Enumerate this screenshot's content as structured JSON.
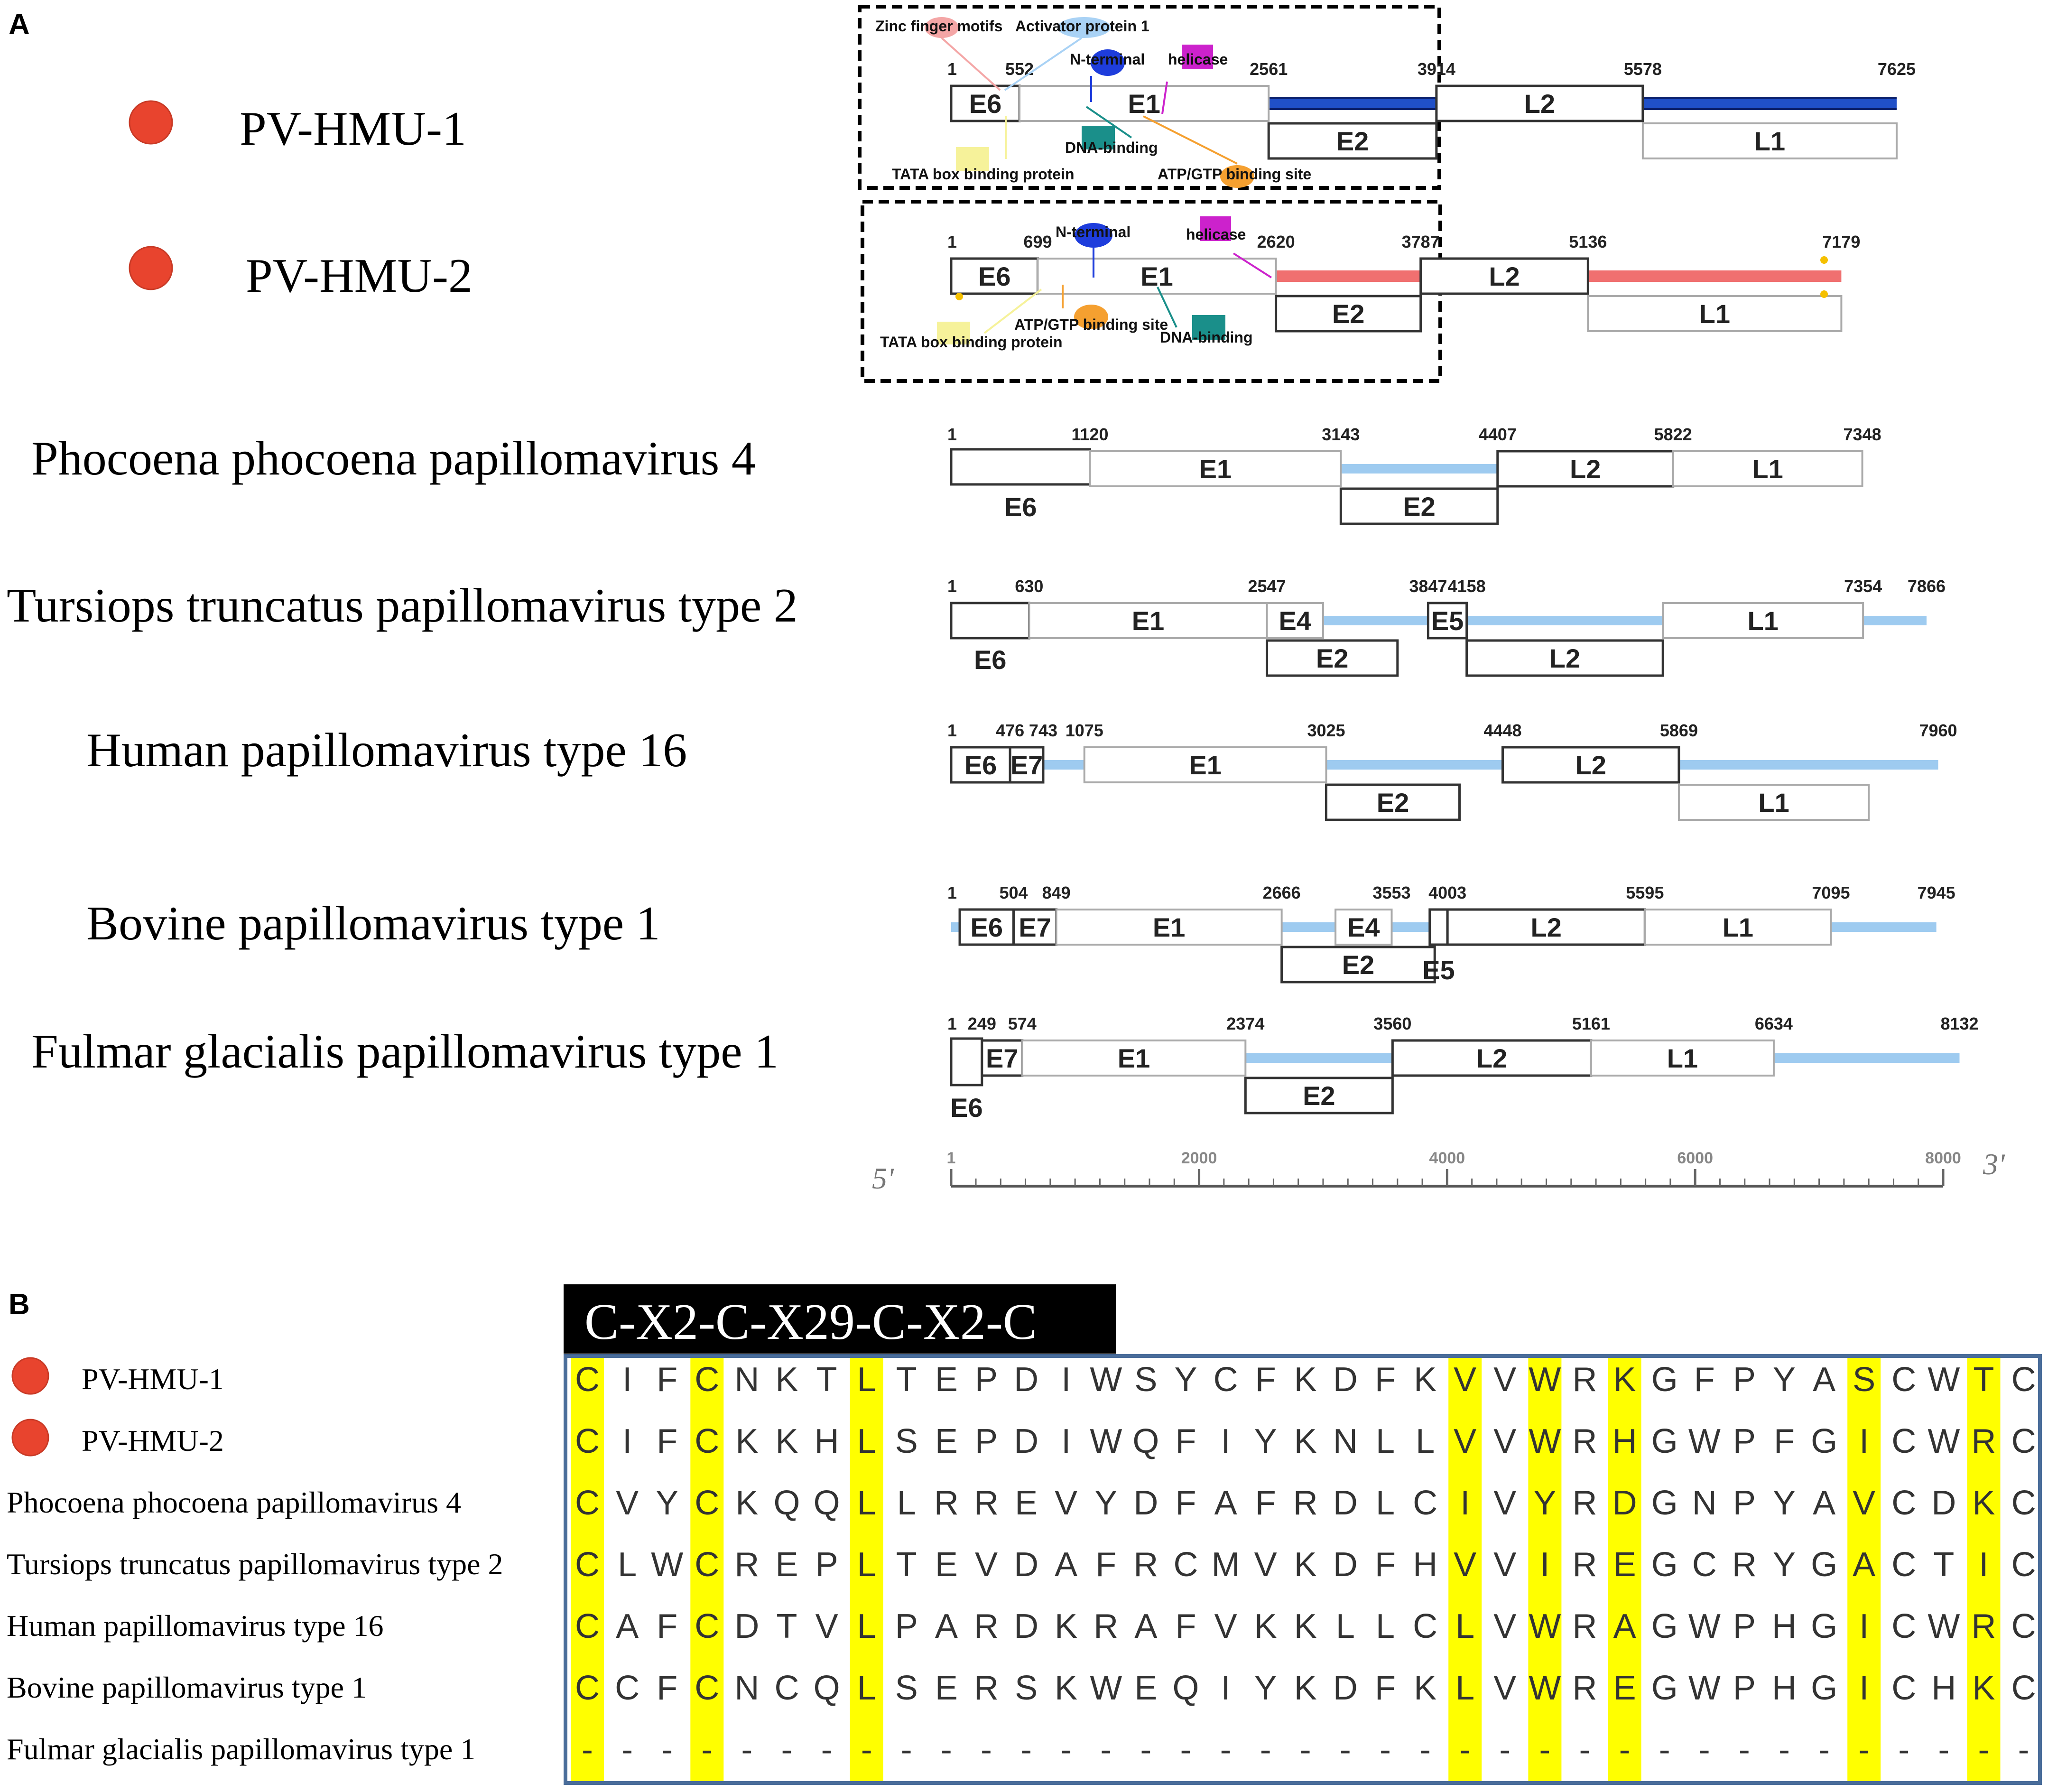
{
  "panel_a": {
    "label": "A",
    "scale": {
      "left_end": "5'",
      "right_end": "3'",
      "ticks": [
        "1",
        "2000",
        "4000",
        "6000",
        "8000"
      ],
      "tick_values": [
        1,
        2000,
        4000,
        6000,
        8000
      ]
    },
    "colors": {
      "blue_line": "#2050c8",
      "red_line": "#f07070",
      "light_line": "#9ecbf0",
      "box_dark": "#333333",
      "box_light": "#aaaaaa"
    },
    "tracks": [
      {
        "id": "pv-hmu-1",
        "name": "PV-HMU-1",
        "has_dot": true,
        "dot_color": "#e8442e",
        "line": "blue_line",
        "positions": [
          "1",
          "552",
          "2561",
          "3914",
          "5578",
          "7625"
        ],
        "genes": [
          {
            "label": "E6",
            "start": 1,
            "end": 552,
            "row": "top",
            "style": "dark"
          },
          {
            "label": "E1",
            "start": 552,
            "end": 2561,
            "row": "top",
            "style": "light"
          },
          {
            "label": "E2",
            "start": 2561,
            "end": 3914,
            "row": "bottom",
            "style": "dark"
          },
          {
            "label": "L2",
            "start": 3914,
            "end": 5578,
            "row": "top",
            "style": "dark"
          },
          {
            "label": "L1",
            "start": 5578,
            "end": 7625,
            "row": "bottom",
            "style": "light"
          }
        ],
        "motifs": [
          {
            "label": "Zinc finger motifs",
            "color": "#f4a6a6",
            "shape": "ellipse"
          },
          {
            "label": "Activator protein 1",
            "color": "#a9d2f5",
            "shape": "ellipse"
          },
          {
            "label": "N-terminal",
            "color": "#1e3ddc",
            "shape": "ellipse"
          },
          {
            "label": "helicase",
            "color": "#cc22cc",
            "shape": "rect"
          },
          {
            "label": "DNA-binding",
            "color": "#1a8f8a",
            "shape": "rect"
          },
          {
            "label": "TATA box binding protein",
            "color": "#f6f29a",
            "shape": "rect"
          },
          {
            "label": "ATP/GTP binding site",
            "color": "#f5a030",
            "shape": "ellipse"
          }
        ]
      },
      {
        "id": "pv-hmu-2",
        "name": "PV-HMU-2",
        "has_dot": true,
        "dot_color": "#e8442e",
        "line": "red_line",
        "positions": [
          "1",
          "699",
          "2620",
          "3787",
          "5136",
          "7179"
        ],
        "genes": [
          {
            "label": "E6",
            "start": 1,
            "end": 699,
            "row": "top",
            "style": "dark"
          },
          {
            "label": "E1",
            "start": 699,
            "end": 2620,
            "row": "top",
            "style": "light"
          },
          {
            "label": "E2",
            "start": 2620,
            "end": 3787,
            "row": "bottom",
            "style": "dark"
          },
          {
            "label": "L2",
            "start": 3787,
            "end": 5136,
            "row": "top",
            "style": "dark"
          },
          {
            "label": "L1",
            "start": 5136,
            "end": 7179,
            "row": "bottom",
            "style": "light"
          }
        ],
        "motifs": [
          {
            "label": "N-terminal",
            "color": "#1e3ddc",
            "shape": "ellipse"
          },
          {
            "label": "helicase",
            "color": "#cc22cc",
            "shape": "rect"
          },
          {
            "label": "ATP/GTP binding site",
            "color": "#f5a030",
            "shape": "ellipse"
          },
          {
            "label": "DNA-binding",
            "color": "#1a8f8a",
            "shape": "rect"
          },
          {
            "label": "TATA box binding protein",
            "color": "#f6f29a",
            "shape": "rect"
          }
        ]
      },
      {
        "id": "ppav4",
        "name": "Phocoena phocoena papillomavirus 4",
        "has_dot": false,
        "line": "light_line",
        "positions": [
          "1",
          "1120",
          "3143",
          "4407",
          "5822",
          "7348"
        ],
        "genes": [
          {
            "label": "E6",
            "start": 1,
            "end": 1120,
            "row": "mid-below",
            "style": "dark"
          },
          {
            "label": "E1",
            "start": 1120,
            "end": 3143,
            "row": "top",
            "style": "light"
          },
          {
            "label": "E2",
            "start": 3143,
            "end": 4407,
            "row": "bottom",
            "style": "dark"
          },
          {
            "label": "L2",
            "start": 4407,
            "end": 5822,
            "row": "top",
            "style": "dark"
          },
          {
            "label": "L1",
            "start": 5822,
            "end": 7348,
            "row": "top",
            "style": "light"
          }
        ]
      },
      {
        "id": "ttpv2",
        "name": "Tursiops truncatus papillomavirus type 2",
        "has_dot": false,
        "line": "light_line",
        "positions": [
          "1",
          "630",
          "2547",
          "3847",
          "4158",
          "7354",
          "7866"
        ],
        "genes": [
          {
            "label": "E6",
            "start": 1,
            "end": 630,
            "row": "top-below",
            "style": "dark"
          },
          {
            "label": "E1",
            "start": 630,
            "end": 2547,
            "row": "top",
            "style": "light"
          },
          {
            "label": "E2",
            "start": 2547,
            "end": 3600,
            "row": "bottom",
            "style": "dark"
          },
          {
            "label": "E4",
            "start": 2547,
            "end": 3000,
            "row": "top",
            "style": "light"
          },
          {
            "label": "E5",
            "start": 3847,
            "end": 4158,
            "row": "top",
            "style": "dark"
          },
          {
            "label": "L2",
            "start": 4158,
            "end": 5740,
            "row": "bottom",
            "style": "dark"
          },
          {
            "label": "L1",
            "start": 5740,
            "end": 7354,
            "row": "top",
            "style": "light"
          }
        ]
      },
      {
        "id": "hpv16",
        "name": "Human papillomavirus type 16",
        "has_dot": false,
        "line": "light_line",
        "positions": [
          "1",
          "476",
          "743",
          "1075",
          "3025",
          "4448",
          "5869",
          "7960"
        ],
        "genes": [
          {
            "label": "E6",
            "start": 1,
            "end": 476,
            "row": "top",
            "style": "dark"
          },
          {
            "label": "E7",
            "start": 476,
            "end": 743,
            "row": "top",
            "style": "dark"
          },
          {
            "label": "E1",
            "start": 1075,
            "end": 3025,
            "row": "top",
            "style": "light"
          },
          {
            "label": "E2",
            "start": 3025,
            "end": 4100,
            "row": "bottom",
            "style": "dark"
          },
          {
            "label": "L2",
            "start": 4448,
            "end": 5869,
            "row": "top",
            "style": "dark"
          },
          {
            "label": "L1",
            "start": 5869,
            "end": 7400,
            "row": "bottom",
            "style": "light"
          }
        ]
      },
      {
        "id": "bpv1",
        "name": "Bovine papillomavirus type 1",
        "has_dot": false,
        "line": "light_line",
        "positions": [
          "1",
          "504",
          "849",
          "2666",
          "3553",
          "4003",
          "5595",
          "7095",
          "7945"
        ],
        "genes": [
          {
            "label": "E6",
            "start": 70,
            "end": 504,
            "row": "top",
            "style": "dark"
          },
          {
            "label": "E7",
            "start": 504,
            "end": 849,
            "row": "top",
            "style": "dark"
          },
          {
            "label": "E1",
            "start": 849,
            "end": 2666,
            "row": "top",
            "style": "light"
          },
          {
            "label": "E2",
            "start": 2666,
            "end": 3900,
            "row": "bottom",
            "style": "dark"
          },
          {
            "label": "E4",
            "start": 3100,
            "end": 3553,
            "row": "top",
            "style": "light"
          },
          {
            "label": "E5",
            "start": 3860,
            "end": 4003,
            "row": "top-e5",
            "style": "dark"
          },
          {
            "label": "L2",
            "start": 4003,
            "end": 5595,
            "row": "top",
            "style": "dark"
          },
          {
            "label": "L1",
            "start": 5595,
            "end": 7095,
            "row": "top",
            "style": "light"
          }
        ]
      },
      {
        "id": "fgpv1",
        "name": "Fulmar glacialis papillomavirus type 1",
        "has_dot": false,
        "line": "light_line",
        "positions": [
          "1",
          "249",
          "574",
          "2374",
          "3560",
          "5161",
          "6634",
          "8132"
        ],
        "genes": [
          {
            "label": "E6",
            "start": 1,
            "end": 249,
            "row": "tall-below",
            "style": "dark"
          },
          {
            "label": "E7",
            "start": 249,
            "end": 574,
            "row": "top",
            "style": "dark"
          },
          {
            "label": "E1",
            "start": 574,
            "end": 2374,
            "row": "top",
            "style": "light"
          },
          {
            "label": "E2",
            "start": 2374,
            "end": 3560,
            "row": "bottom",
            "style": "dark"
          },
          {
            "label": "L2",
            "start": 3560,
            "end": 5161,
            "row": "top",
            "style": "dark"
          },
          {
            "label": "L1",
            "start": 5161,
            "end": 6634,
            "row": "top",
            "style": "light"
          }
        ]
      }
    ]
  },
  "panel_b": {
    "label": "B",
    "motif_title": "C-X2-C-X29-C-X2-C",
    "highlight_color": "#ffff00",
    "highlight_columns": [
      0,
      3,
      7,
      22,
      24,
      26,
      32,
      35
    ],
    "rows": [
      {
        "name": "PV-HMU-1",
        "has_dot": true,
        "dot_color": "#e8442e",
        "residues": [
          "C",
          "I",
          "F",
          "C",
          "N",
          "K",
          "T",
          "L",
          "T",
          "E",
          "P",
          "D",
          "I",
          "W",
          "S",
          "Y",
          "C",
          "F",
          "K",
          "D",
          "F",
          "K",
          "V",
          "V",
          "W",
          "R",
          "K",
          "G",
          "F",
          "P",
          "Y",
          "A",
          "S",
          "C",
          "W",
          "T",
          "C"
        ]
      },
      {
        "name": "PV-HMU-2",
        "has_dot": true,
        "dot_color": "#e8442e",
        "residues": [
          "C",
          "I",
          "F",
          "C",
          "K",
          "K",
          "H",
          "L",
          "S",
          "E",
          "P",
          "D",
          "I",
          "W",
          "Q",
          "F",
          "I",
          "Y",
          "K",
          "N",
          "L",
          "L",
          "V",
          "V",
          "W",
          "R",
          "H",
          "G",
          "W",
          "P",
          "F",
          "G",
          "I",
          "C",
          "W",
          "R",
          "C"
        ]
      },
      {
        "name": "Phocoena phocoena papillomavirus 4",
        "has_dot": false,
        "residues": [
          "C",
          "V",
          "Y",
          "C",
          "K",
          "Q",
          "Q",
          "L",
          "L",
          "R",
          "R",
          "E",
          "V",
          "Y",
          "D",
          "F",
          "A",
          "F",
          "R",
          "D",
          "L",
          "C",
          "I",
          "V",
          "Y",
          "R",
          "D",
          "G",
          "N",
          "P",
          "Y",
          "A",
          "V",
          "C",
          "D",
          "K",
          "C"
        ]
      },
      {
        "name": "Tursiops truncatus papillomavirus type 2",
        "has_dot": false,
        "residues": [
          "C",
          "L",
          "W",
          "C",
          "R",
          "E",
          "P",
          "L",
          "T",
          "E",
          "V",
          "D",
          "A",
          "F",
          "R",
          "C",
          "M",
          "V",
          "K",
          "D",
          "F",
          "H",
          "V",
          "V",
          "I",
          "R",
          "E",
          "G",
          "C",
          "R",
          "Y",
          "G",
          "A",
          "C",
          "T",
          "I",
          "C"
        ]
      },
      {
        "name": "Human papillomavirus type 16",
        "has_dot": false,
        "residues": [
          "C",
          "A",
          "F",
          "C",
          "D",
          "T",
          "V",
          "L",
          "P",
          "A",
          "R",
          "D",
          "K",
          "R",
          "A",
          "F",
          "V",
          "K",
          "K",
          "L",
          "L",
          "C",
          "L",
          "V",
          "W",
          "R",
          "A",
          "G",
          "W",
          "P",
          "H",
          "G",
          "I",
          "C",
          "W",
          "R",
          "C"
        ]
      },
      {
        "name": "Bovine papillomavirus type 1",
        "has_dot": false,
        "residues": [
          "C",
          "C",
          "F",
          "C",
          "N",
          "C",
          "Q",
          "L",
          "S",
          "E",
          "R",
          "S",
          "K",
          "W",
          "E",
          "Q",
          "I",
          "Y",
          "K",
          "D",
          "F",
          "K",
          "L",
          "V",
          "W",
          "R",
          "E",
          "G",
          "W",
          "P",
          "H",
          "G",
          "I",
          "C",
          "H",
          "K",
          "C"
        ]
      },
      {
        "name": "Fulmar glacialis papillomavirus type 1",
        "has_dot": false,
        "residues": [
          "-",
          "-",
          "-",
          "-",
          "-",
          "-",
          "-",
          "-",
          "-",
          "-",
          "-",
          "-",
          "-",
          "-",
          "-",
          "-",
          "-",
          "-",
          "-",
          "-",
          "-",
          "-",
          "-",
          "-",
          "-",
          "-",
          "-",
          "-",
          "-",
          "-",
          "-",
          "-",
          "-",
          "-",
          "-",
          "-",
          "-"
        ]
      }
    ]
  }
}
